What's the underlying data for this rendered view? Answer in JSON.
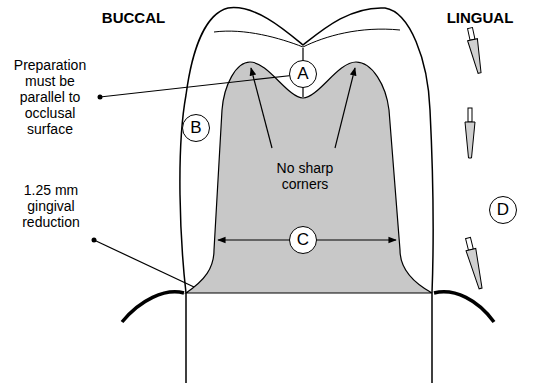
{
  "diagram": {
    "nodes": [
      {
        "text": [
          "A"
        ]
      },
      {
        "text": [
          "B"
        ]
      },
      {
        "text": [
          "C"
        ]
      },
      {
        "text": [
          "D"
        ]
      }
    ],
    "labels": [
      "BUCCAL",
      "LINGUAL",
      "Preparation must be parallel to occlusal surface",
      "No sharp corners",
      "1.25 mm gingival reduction"
    ]
  }
}
